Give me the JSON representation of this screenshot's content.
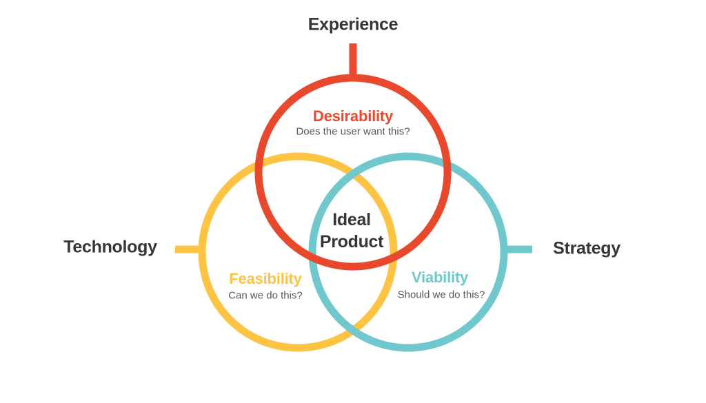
{
  "colors": {
    "red": "#E8492C",
    "yellow": "#FCC442",
    "teal": "#70C8CD",
    "dark": "#35363A",
    "gray": "#58585A",
    "background": "#FFFFFF"
  },
  "axes": {
    "top": {
      "label": "Experience"
    },
    "left": {
      "label": "Technology"
    },
    "right": {
      "label": "Strategy"
    }
  },
  "circles": {
    "desirability": {
      "label": "Desirability",
      "question": "Does the user want this?",
      "color": "#E8492C",
      "axis": "Experience"
    },
    "feasibility": {
      "label": "Feasibility",
      "question": "Can we do this?",
      "color": "#FCC442",
      "axis": "Technology"
    },
    "viability": {
      "label": "Viability",
      "question": "Should we do this?",
      "color": "#70C8CD",
      "axis": "Strategy"
    }
  },
  "center": {
    "label_line1": "Ideal",
    "label_line2": "Product"
  }
}
